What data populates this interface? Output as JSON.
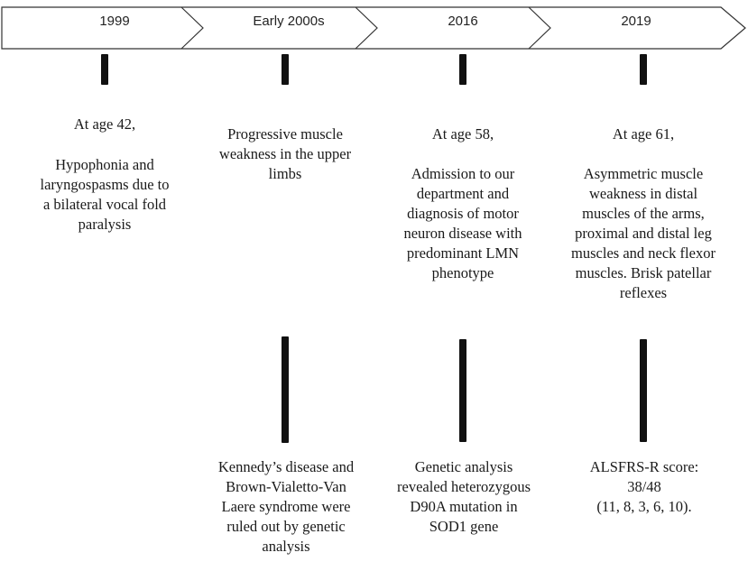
{
  "timeline": {
    "periods": [
      "1999",
      "Early 2000s",
      "2016",
      "2019"
    ]
  },
  "events_top": [
    {
      "age_line": "At age 42,",
      "text": "Hypophonia and\nlaryngospasms due to\na bilateral vocal fold\nparalysis"
    },
    {
      "age_line": "",
      "text": "Progressive muscle\nweakness in the upper\nlimbs"
    },
    {
      "age_line": "At age 58,",
      "text": "Admission to our\ndepartment and\ndiagnosis of motor\nneuron disease with\npredominant LMN\nphenotype"
    },
    {
      "age_line": "At age 61,",
      "text": "Asymmetric muscle\nweakness in distal\nmuscles of the arms,\nproximal and distal leg\nmuscles and neck flexor\nmuscles. Brisk patellar\nreflexes"
    }
  ],
  "events_bottom": [
    {
      "text": "Kennedy’s disease and\nBrown-Vialetto-Van\nLaere syndrome were\nruled out by genetic\nanalysis"
    },
    {
      "text": "Genetic analysis\nrevealed heterozygous\nD90A mutation in\nSOD1 gene"
    },
    {
      "text": "ALSFRS-R score:\n38/48\n(11, 8, 3, 6, 10)."
    }
  ],
  "colors": {
    "arrow_fill": "#ffffff",
    "arrow_stroke": "#333333",
    "connector": "#111111"
  }
}
